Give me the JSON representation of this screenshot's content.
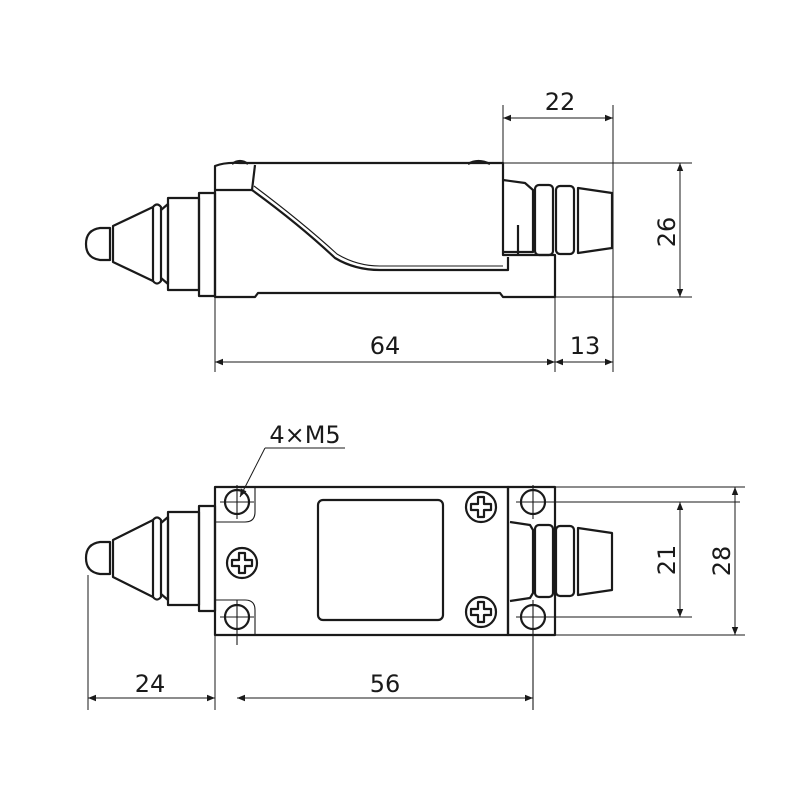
{
  "drawing": {
    "top_view": {
      "dimensions": {
        "cable_gland_length": "22",
        "height": "26",
        "body_length": "64",
        "base_extension": "13"
      }
    },
    "bottom_view": {
      "callout": "4×M5",
      "dimensions": {
        "plunger_length": "24",
        "hole_spacing_length": "56",
        "hole_spacing_width": "21",
        "width": "28"
      }
    }
  }
}
